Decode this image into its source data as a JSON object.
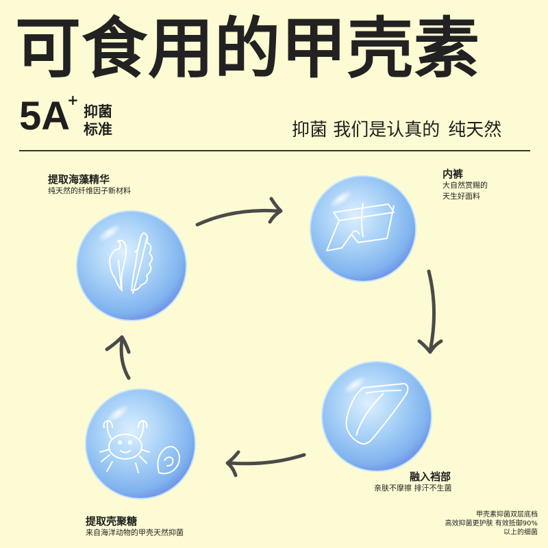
{
  "title": "可食用的甲壳素",
  "badge": {
    "big": "5A",
    "plus": "+",
    "line1": "抑菌",
    "line2": "标准"
  },
  "slogan": {
    "part1": "抑菌 我们是认真的",
    "part2": "纯天然"
  },
  "steps": [
    {
      "title": "提取海藻精华",
      "sub": "纯天然的纤维因子新材料",
      "icon": "seaweed-icon"
    },
    {
      "title": "内裤",
      "sub1": "大自然赏赐的",
      "sub2": "天生好面料",
      "icon": "underwear-icon"
    },
    {
      "title": "融入裆部",
      "sub": "亲肤不摩擦 排汗不生菌",
      "icon": "crotch-pad-icon"
    },
    {
      "title": "提取壳聚糖",
      "sub": "来自海洋动物的甲壳天然抑菌",
      "icon": "crab-shell-icon"
    }
  ],
  "note": {
    "line1": "甲壳素抑菌双层底档",
    "line2": "高效抑菌更护肤 有效抵御90%",
    "line3": "以上的细菌"
  },
  "colors": {
    "background": "#fdfbd3",
    "text": "#222222",
    "bubble": "#9ecbf4",
    "arrow": "#4a4a4a"
  }
}
